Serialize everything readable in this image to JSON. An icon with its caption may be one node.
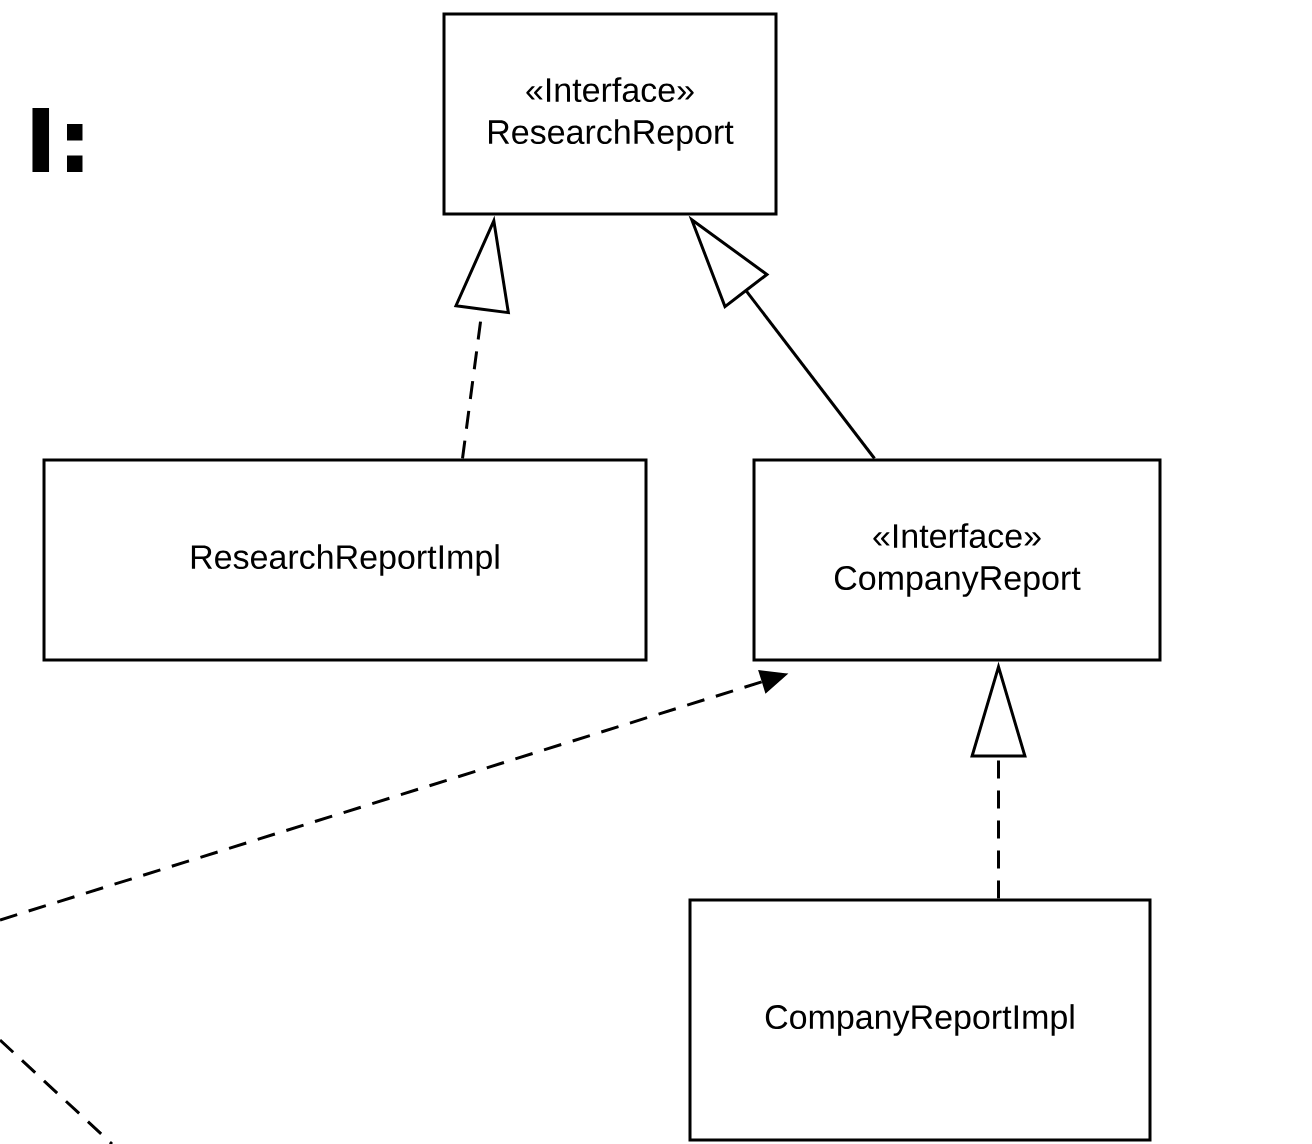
{
  "diagram": {
    "nodes": [
      {
        "text": [
          "«Interface»",
          "ResearchReport"
        ]
      },
      {
        "text": [
          "ResearchReportImpl"
        ]
      },
      {
        "text": [
          "«Interface»",
          "CompanyReport"
        ]
      },
      {
        "text": [
          "CompanyReportImpl"
        ]
      }
    ],
    "edges": [
      {
        "from": 1,
        "to": 0,
        "arrow": "to",
        "style": "dashed"
      },
      {
        "from": 2,
        "to": 0,
        "arrow": "to"
      },
      {
        "from": 3,
        "to": 2,
        "arrow": "to",
        "style": "dashed"
      },
      {
        "from": null,
        "to": 2,
        "arrow": "to",
        "style": "dashed"
      }
    ],
    "labels": [
      "I:"
    ]
  }
}
